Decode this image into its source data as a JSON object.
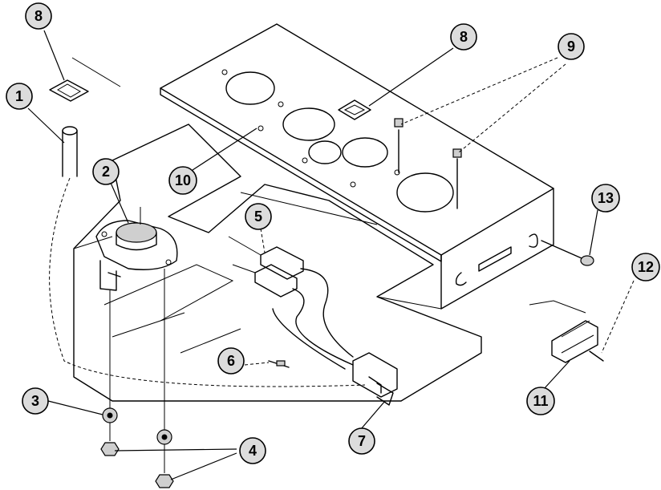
{
  "callouts": [
    {
      "id": "8a",
      "label": "8"
    },
    {
      "id": "8b",
      "label": "8"
    },
    {
      "id": "9",
      "label": "9"
    },
    {
      "id": "1",
      "label": "1"
    },
    {
      "id": "2",
      "label": "2"
    },
    {
      "id": "10",
      "label": "10"
    },
    {
      "id": "5",
      "label": "5"
    },
    {
      "id": "13",
      "label": "13"
    },
    {
      "id": "12",
      "label": "12"
    },
    {
      "id": "6",
      "label": "6"
    },
    {
      "id": "3",
      "label": "3"
    },
    {
      "id": "4",
      "label": "4"
    },
    {
      "id": "7",
      "label": "7"
    },
    {
      "id": "11",
      "label": "11"
    }
  ]
}
